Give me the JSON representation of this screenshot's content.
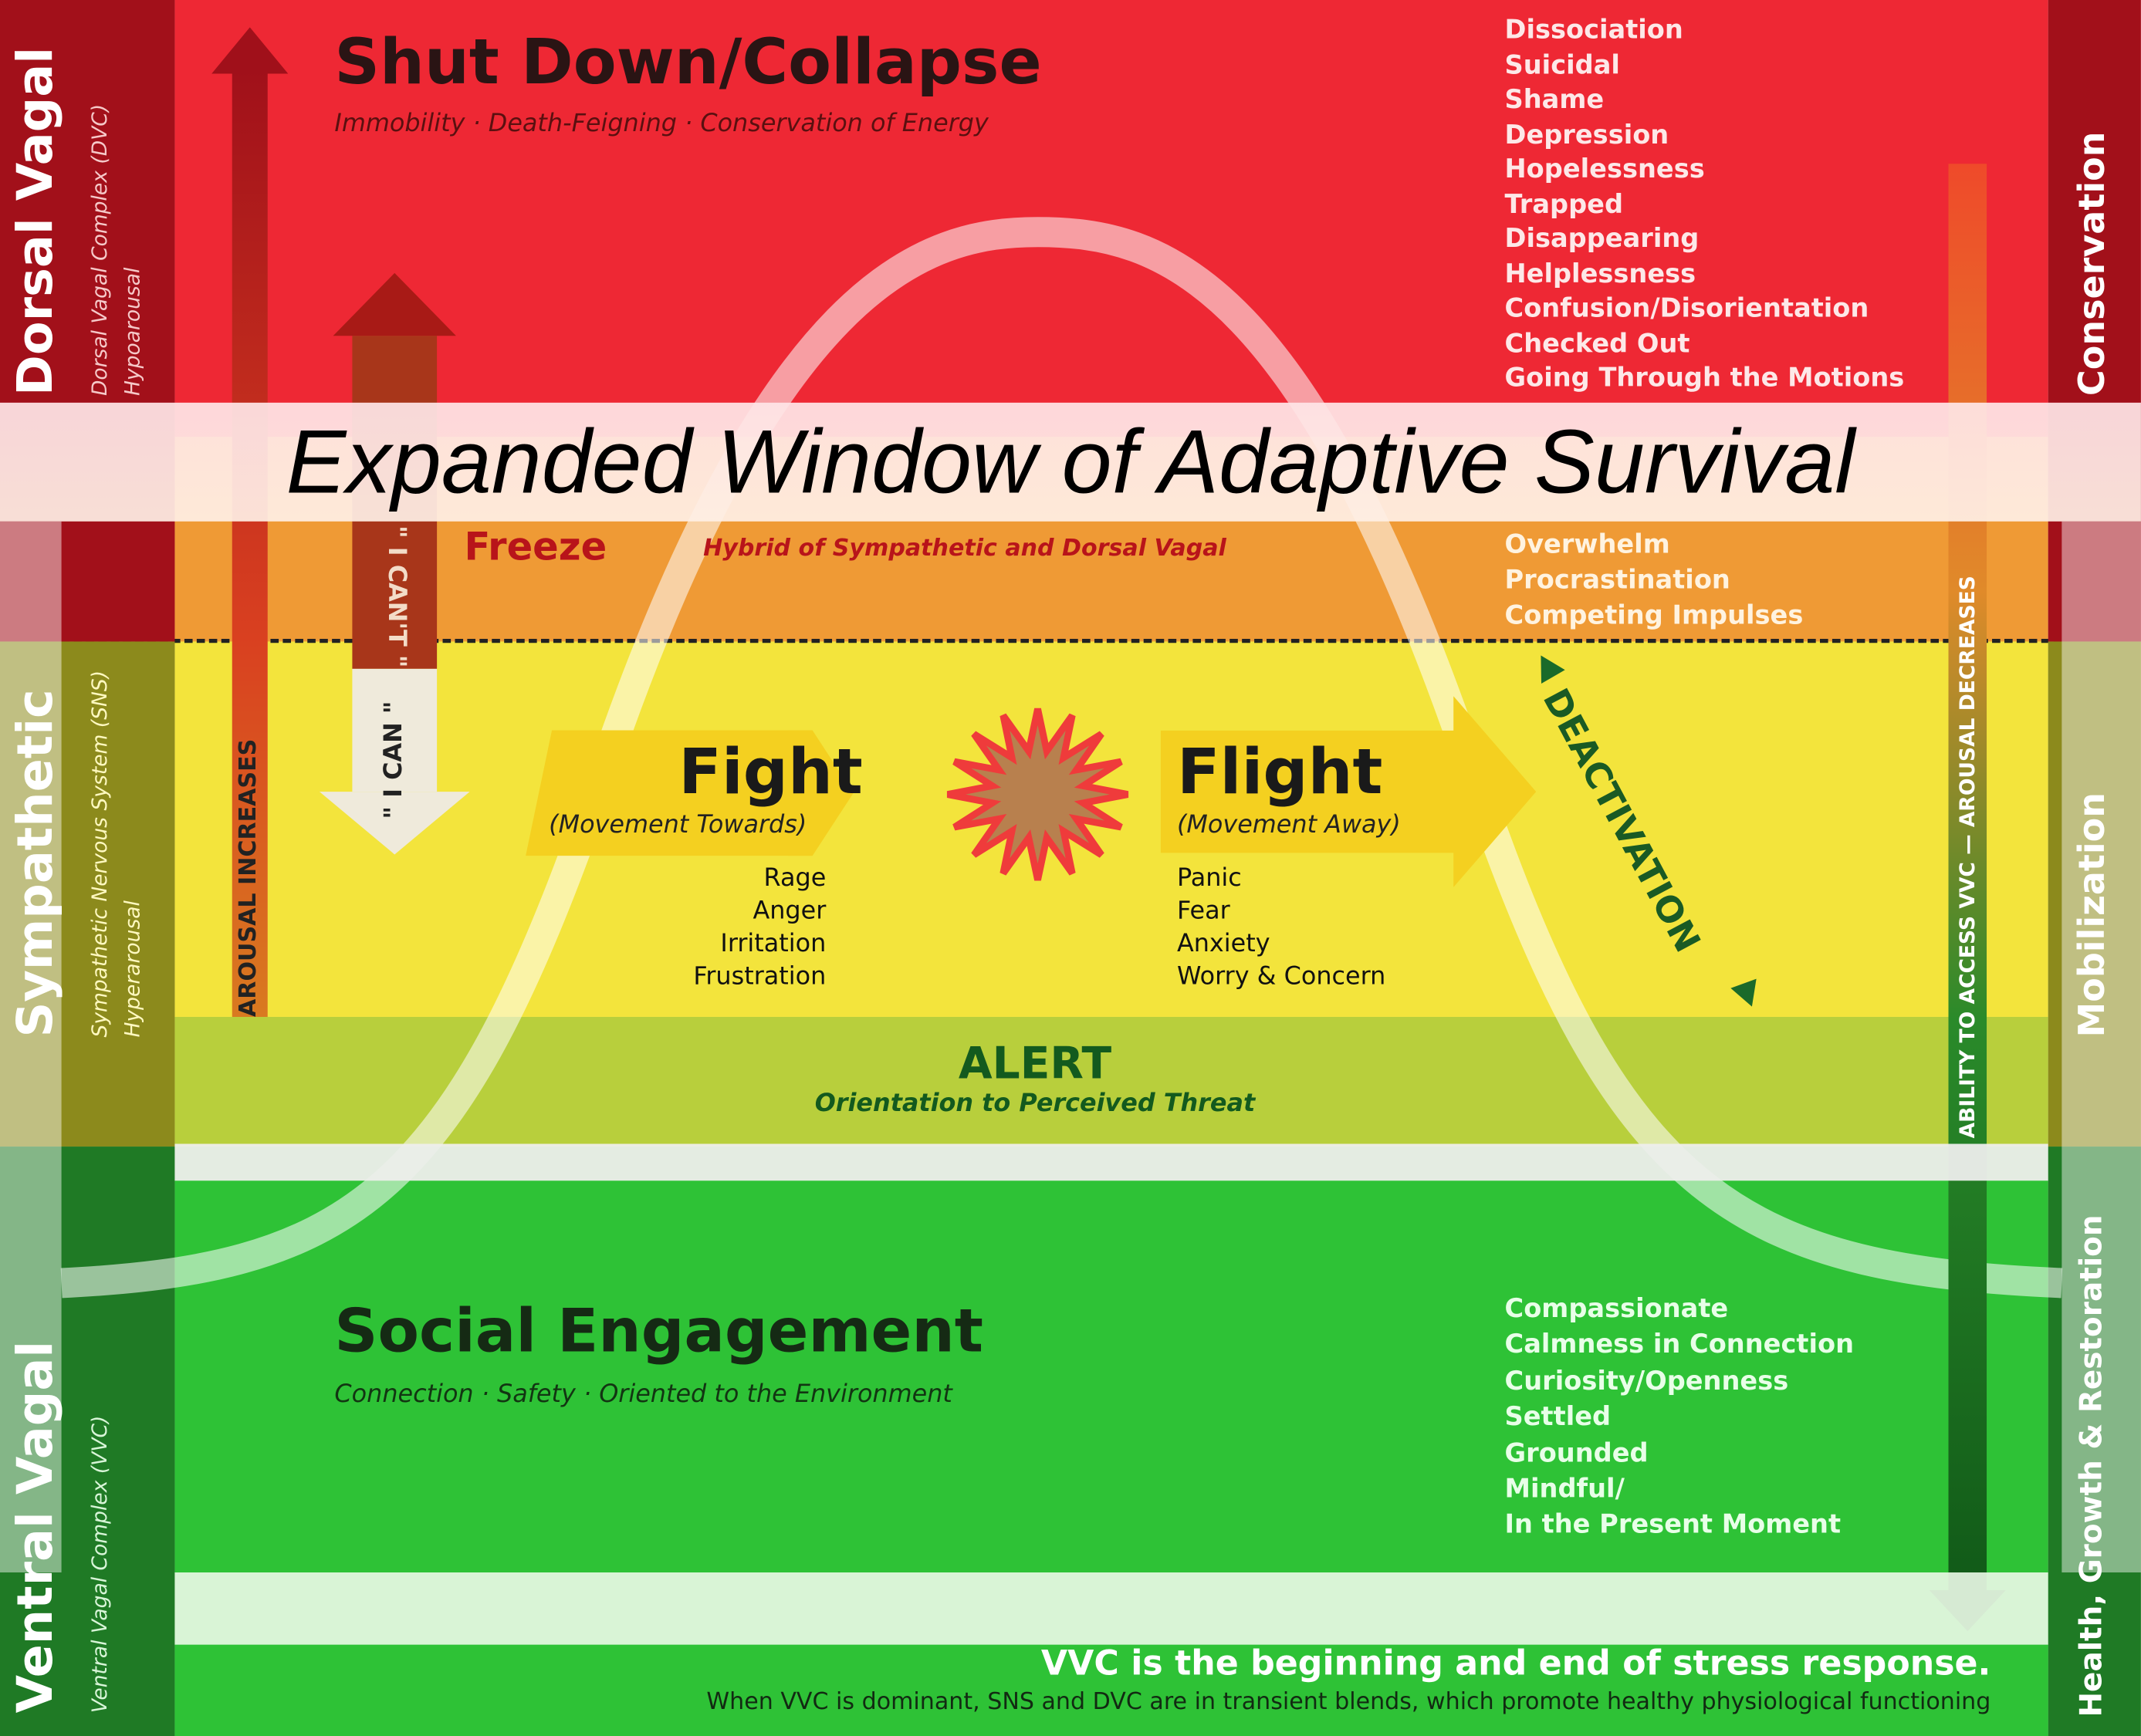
{
  "overlay_title": "Expanded Window of Adaptive Survival",
  "left_column": {
    "dorsal": {
      "title": "Dorsal Vagal",
      "sub1": "Dorsal Vagal Complex (DVC)",
      "sub2": "Hypoarousal"
    },
    "sympathetic": {
      "title": "Sympathetic",
      "sub1": "Sympathetic Nervous System (SNS)",
      "sub2": "Hyperarousal"
    },
    "ventral": {
      "title": "Ventral Vagal",
      "sub1": "Ventral Vagal Complex (VVC)"
    }
  },
  "right_column": {
    "top": "Conservation",
    "middle": "Mobilization",
    "bottom": "Health, Growth & Restoration"
  },
  "shutdown": {
    "title": "Shut Down/Collapse",
    "subtitle": "Immobility  ·  Death-Feigning  ·  Conservation of Energy",
    "states": [
      "Dissociation",
      "Suicidal",
      "Shame",
      "Depression",
      "Hopelessness",
      "Trapped",
      "Disappearing",
      "Helplessness",
      "Confusion/Disorientation",
      "Checked Out",
      "Going Through the Motions"
    ]
  },
  "freeze": {
    "title": "Freeze",
    "subtitle": "Hybrid of Sympathetic and Dorsal Vagal",
    "states": [
      "Overwhelm",
      "Procrastination",
      "Competing Impulses"
    ]
  },
  "arrows": {
    "arousal_increases": "AROUSAL INCREASES",
    "i_cant": "\" I CAN'T \"",
    "i_can": "\" I CAN \"",
    "deactivation": "DEACTIVATION",
    "ability": "ABILITY TO ACCESS VVC — AROUSAL DECREASES"
  },
  "fight": {
    "title": "Fight",
    "subtitle": "(Movement Towards)",
    "states": [
      "Rage",
      "Anger",
      "Irritation",
      "Frustration"
    ]
  },
  "flight": {
    "title": "Flight",
    "subtitle": "(Movement Away)",
    "states": [
      "Panic",
      "Fear",
      "Anxiety",
      "Worry & Concern"
    ]
  },
  "alert": {
    "title": "ALERT",
    "subtitle": "Orientation to Perceived Threat"
  },
  "social": {
    "title": "Social Engagement",
    "subtitle": "Connection · Safety  ·  Oriented to the Environment",
    "states": [
      "Compassionate",
      "Calmness in Connection",
      "Curiosity/Openness",
      "Settled",
      "Grounded",
      "Mindful/",
      "In the Present Moment"
    ]
  },
  "footer": {
    "headline": "VVC is the beginning and end of stress response.",
    "body": "When VVC is dominant, SNS and DVC are in transient blends, which promote healthy physiological functioning"
  },
  "colors": {
    "red": "#ee2834",
    "orange": "#ef9a35",
    "yellow": "#f3e43c",
    "alert": "#b8cf3c",
    "green": "#2ec236",
    "dark_red": "#a2101a",
    "olive": "#8c8a1c",
    "dark_green": "#1f7a25"
  }
}
